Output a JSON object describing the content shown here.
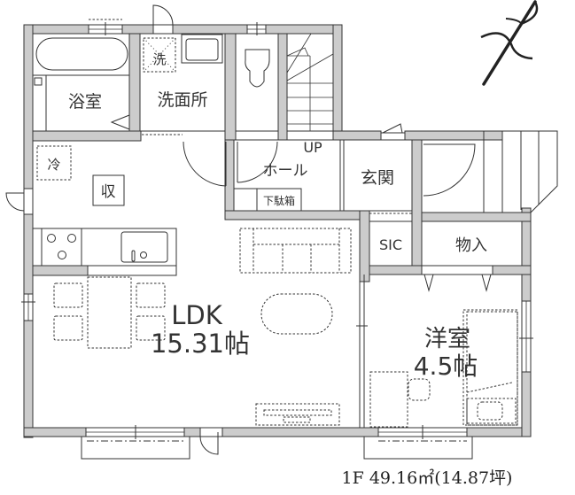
{
  "floor_plan": {
    "floor": "1F",
    "area_caption": "1F 49.16㎡(14.87坪)",
    "compass": {
      "icon": "north-arrow-icon"
    },
    "rooms": {
      "bathroom": "浴室",
      "washroom": "洗面所",
      "washer": "洗",
      "fridge": "冷",
      "storage": "収",
      "stairs_up": "UP",
      "hall": "ホール",
      "shoe_box": "下駄箱",
      "entrance": "玄関",
      "sic": "SIC",
      "storeroom": "物入",
      "ldk_name": "LDK",
      "ldk_size": "15.31帖",
      "western_name": "洋室",
      "western_size": "4.5帖"
    },
    "colors": {
      "wall_fill": "#cccccc",
      "line": "#333333",
      "background": "#ffffff"
    }
  }
}
